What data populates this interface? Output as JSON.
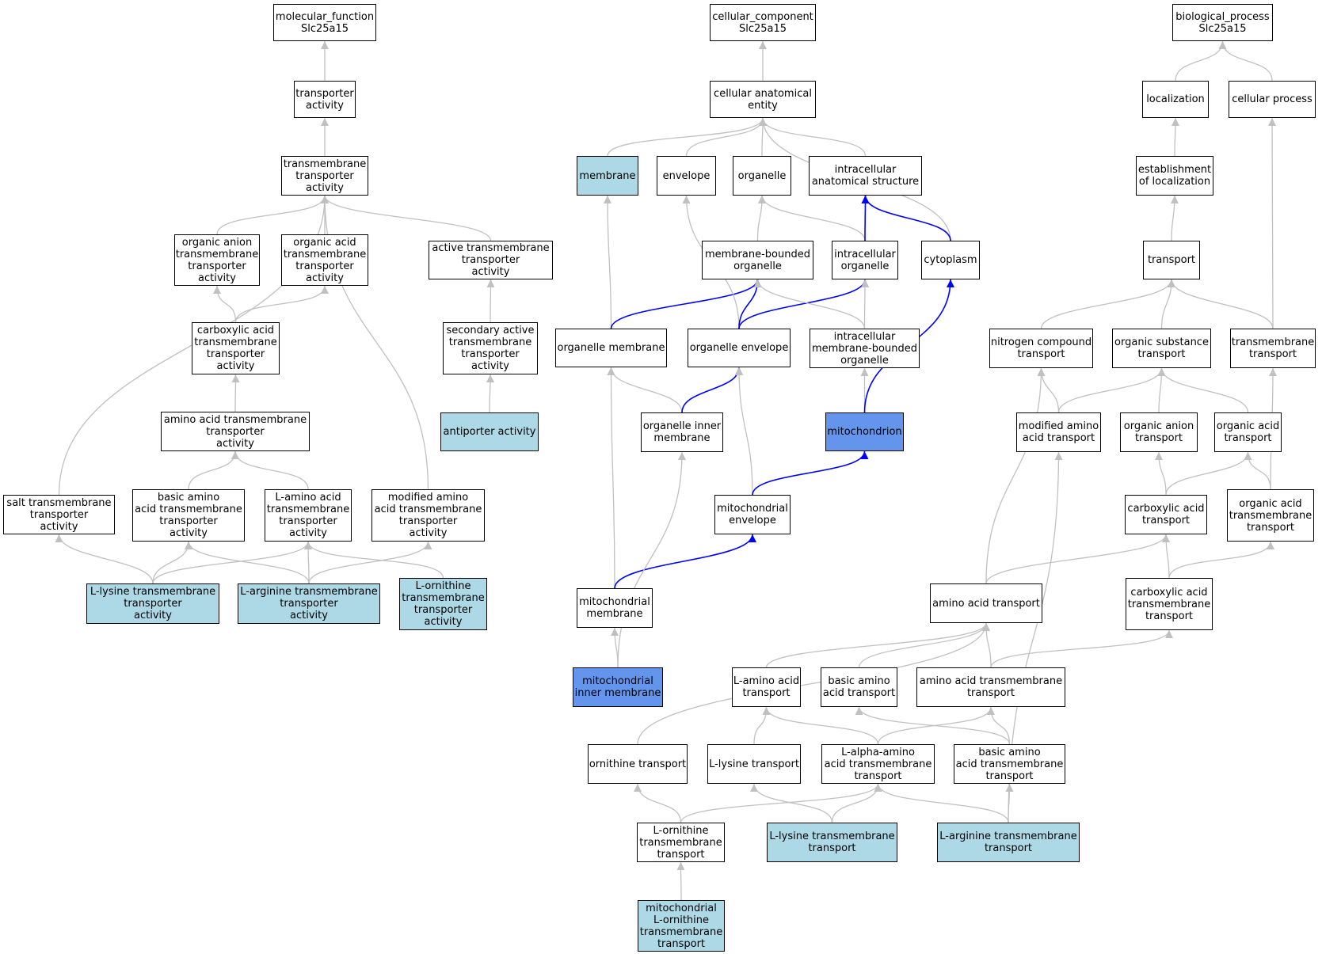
{
  "style": {
    "edge_color": "#c0c0c0",
    "path_color": "#0000ff",
    "highlight_color": "#add8e6",
    "strong_highlight_color": "#6495ed"
  },
  "nodes": {
    "mf_root": "molecular_function\nSlc25a15",
    "ta": "transporter\nactivity",
    "tta": "transmembrane\ntransporter\nactivity",
    "oatta": "organic anion\ntransmembrane\ntransporter\nactivity",
    "oacta": "organic acid\ntransmembrane\ntransporter\nactivity",
    "atta": "active transmembrane\ntransporter\nactivity",
    "catta": "carboxylic acid\ntransmembrane\ntransporter\nactivity",
    "satta": "secondary active\ntransmembrane\ntransporter\nactivity",
    "aatta": "amino acid transmembrane\ntransporter\nactivity",
    "anti": "antiporter activity",
    "stta": "salt transmembrane\ntransporter\nactivity",
    "baatta": "basic amino\nacid transmembrane\ntransporter\nactivity",
    "laatta": "L-amino acid\ntransmembrane\ntransporter\nactivity",
    "maatta": "modified amino\nacid transmembrane\ntransporter\nactivity",
    "lltta": "L-lysine transmembrane\ntransporter\nactivity",
    "latta": "L-arginine transmembrane\ntransporter\nactivity",
    "lotta": "L-ornithine\ntransmembrane\ntransporter\nactivity",
    "cc_root": "cellular_component\nSlc25a15",
    "cae": "cellular anatomical\nentity",
    "membrane": "membrane",
    "envelope": "envelope",
    "organelle": "organelle",
    "ias": "intracellular\nanatomical structure",
    "mbo": "membrane-bounded\norganelle",
    "io": "intracellular\norganelle",
    "cytoplasm": "cytoplasm",
    "om": "organelle membrane",
    "oe": "organelle envelope",
    "imbo": "intracellular\nmembrane-bounded\norganelle",
    "oim": "organelle inner\nmembrane",
    "mito": "mitochondrion",
    "me": "mitochondrial\nenvelope",
    "mm": "mitochondrial\nmembrane",
    "mim": "mitochondrial\ninner membrane",
    "bp_root": "biological_process\nSlc25a15",
    "loc": "localization",
    "cp": "cellular process",
    "eol": "establishment\nof localization",
    "transport": "transport",
    "nct": "nitrogen compound\ntransport",
    "ost": "organic substance\ntransport",
    "tt": "transmembrane\ntransport",
    "maat": "modified amino\nacid transport",
    "oant": "organic anion\ntransport",
    "oact": "organic acid\ntransport",
    "cat": "carboxylic acid\ntransport",
    "oatt": "organic acid\ntransmembrane\ntransport",
    "aat": "amino acid transport",
    "catt": "carboxylic acid\ntransmembrane\ntransport",
    "laat": "L-amino acid\ntransport",
    "baat": "basic amino\nacid transport",
    "aatt": "amino acid transmembrane\ntransport",
    "ot": "ornithine transport",
    "llt": "L-lysine transport",
    "laatt": "L-alpha-amino\nacid transmembrane\ntransport",
    "baatt": "basic amino\nacid transmembrane\ntransport",
    "lot": "L-ornithine\ntransmembrane\ntransport",
    "lltt": "L-lysine transmembrane\ntransport",
    "latt": "L-arginine transmembrane\ntransport",
    "mlot": "mitochondrial\nL-ornithine\ntransmembrane\ntransport"
  },
  "edges": [
    [
      "ta",
      "mf_root",
      "g"
    ],
    [
      "tta",
      "ta",
      "g"
    ],
    [
      "oatta",
      "tta",
      "g"
    ],
    [
      "oacta",
      "tta",
      "g"
    ],
    [
      "atta",
      "tta",
      "g"
    ],
    [
      "catta",
      "oatta",
      "g"
    ],
    [
      "catta",
      "oacta",
      "g"
    ],
    [
      "satta",
      "atta",
      "g"
    ],
    [
      "anti",
      "satta",
      "g"
    ],
    [
      "aatta",
      "catta",
      "g"
    ],
    [
      "stta",
      "tta",
      "g"
    ],
    [
      "maatta",
      "tta",
      "g"
    ],
    [
      "baatta",
      "aatta",
      "g"
    ],
    [
      "laatta",
      "aatta",
      "g"
    ],
    [
      "lltta",
      "stta",
      "g"
    ],
    [
      "lltta",
      "baatta",
      "g"
    ],
    [
      "lltta",
      "laatta",
      "g"
    ],
    [
      "latta",
      "baatta",
      "g"
    ],
    [
      "latta",
      "laatta",
      "g"
    ],
    [
      "latta",
      "maatta",
      "g"
    ],
    [
      "lotta",
      "laatta",
      "g"
    ],
    [
      "cae",
      "cc_root",
      "g"
    ],
    [
      "membrane",
      "cae",
      "g"
    ],
    [
      "envelope",
      "cae",
      "g"
    ],
    [
      "organelle",
      "cae",
      "g"
    ],
    [
      "ias",
      "cae",
      "g"
    ],
    [
      "cytoplasm",
      "cae",
      "g"
    ],
    [
      "mbo",
      "organelle",
      "g"
    ],
    [
      "io",
      "organelle",
      "g"
    ],
    [
      "io",
      "ias",
      "b"
    ],
    [
      "cytoplasm",
      "ias",
      "b"
    ],
    [
      "om",
      "membrane",
      "g"
    ],
    [
      "om",
      "mbo",
      "b"
    ],
    [
      "oe",
      "envelope",
      "g"
    ],
    [
      "oe",
      "mbo",
      "b"
    ],
    [
      "oe",
      "io",
      "b"
    ],
    [
      "imbo",
      "mbo",
      "g"
    ],
    [
      "imbo",
      "io",
      "g"
    ],
    [
      "oim",
      "om",
      "g"
    ],
    [
      "oim",
      "oe",
      "b"
    ],
    [
      "mito",
      "imbo",
      "g"
    ],
    [
      "mito",
      "cytoplasm",
      "b"
    ],
    [
      "me",
      "oe",
      "g"
    ],
    [
      "me",
      "mito",
      "b"
    ],
    [
      "mm",
      "om",
      "g"
    ],
    [
      "mm",
      "me",
      "b"
    ],
    [
      "mim",
      "mm",
      "g"
    ],
    [
      "mim",
      "oim",
      "g"
    ],
    [
      "loc",
      "bp_root",
      "g"
    ],
    [
      "cp",
      "bp_root",
      "g"
    ],
    [
      "eol",
      "loc",
      "g"
    ],
    [
      "transport",
      "eol",
      "g"
    ],
    [
      "nct",
      "transport",
      "g"
    ],
    [
      "ost",
      "transport",
      "g"
    ],
    [
      "tt",
      "transport",
      "g"
    ],
    [
      "tt",
      "cp",
      "g"
    ],
    [
      "maat",
      "nct",
      "g"
    ],
    [
      "maat",
      "ost",
      "g"
    ],
    [
      "oant",
      "ost",
      "g"
    ],
    [
      "oact",
      "ost",
      "g"
    ],
    [
      "cat",
      "oant",
      "g"
    ],
    [
      "cat",
      "oact",
      "g"
    ],
    [
      "oatt",
      "oact",
      "g"
    ],
    [
      "oatt",
      "tt",
      "g"
    ],
    [
      "aat",
      "nct",
      "g"
    ],
    [
      "aat",
      "cat",
      "g"
    ],
    [
      "catt",
      "cat",
      "g"
    ],
    [
      "catt",
      "oatt",
      "g"
    ],
    [
      "laat",
      "aat",
      "g"
    ],
    [
      "baat",
      "aat",
      "g"
    ],
    [
      "aatt",
      "aat",
      "g"
    ],
    [
      "aatt",
      "catt",
      "g"
    ],
    [
      "ot",
      "aat",
      "g"
    ],
    [
      "llt",
      "laat",
      "g"
    ],
    [
      "laatt",
      "laat",
      "g"
    ],
    [
      "laatt",
      "aatt",
      "g"
    ],
    [
      "baatt",
      "baat",
      "g"
    ],
    [
      "baatt",
      "aatt",
      "g"
    ],
    [
      "lot",
      "ot",
      "g"
    ],
    [
      "lot",
      "laatt",
      "g"
    ],
    [
      "lltt",
      "llt",
      "g"
    ],
    [
      "lltt",
      "laatt",
      "g"
    ],
    [
      "latt",
      "laatt",
      "g"
    ],
    [
      "latt",
      "baatt",
      "g"
    ],
    [
      "latt",
      "maat",
      "g"
    ],
    [
      "mlot",
      "lot",
      "g"
    ]
  ]
}
